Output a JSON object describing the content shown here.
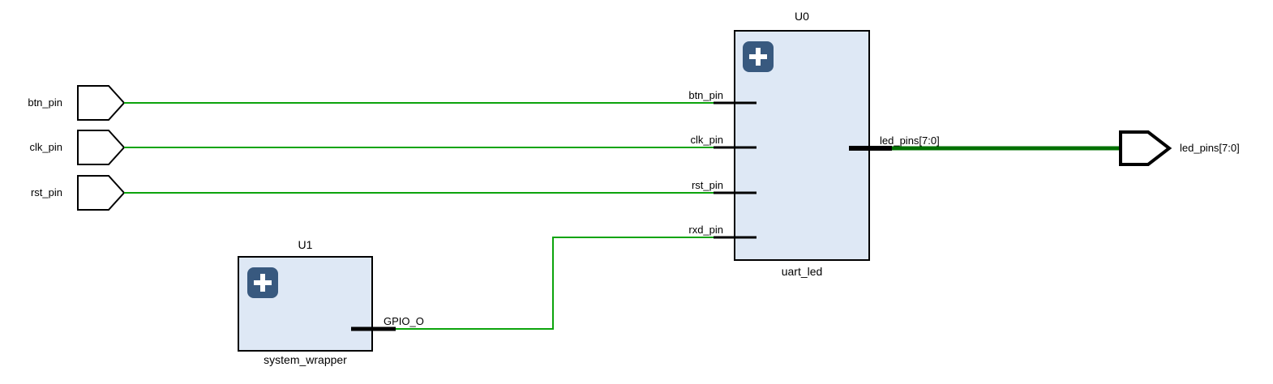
{
  "diagram": {
    "external_ports": {
      "inputs": [
        {
          "name": "btn_pin"
        },
        {
          "name": "clk_pin"
        },
        {
          "name": "rst_pin"
        }
      ],
      "outputs": [
        {
          "name": "led_pins[7:0]"
        }
      ]
    },
    "blocks": [
      {
        "instance": "U0",
        "module": "uart_led",
        "pins": {
          "inputs": [
            "btn_pin",
            "clk_pin",
            "rst_pin",
            "rxd_pin"
          ],
          "outputs": [
            "led_pins[7:0]"
          ]
        }
      },
      {
        "instance": "U1",
        "module": "system_wrapper",
        "pins": {
          "inputs": [],
          "outputs": [
            "GPIO_O"
          ]
        }
      }
    ],
    "nets": [
      {
        "from": "btn_pin",
        "to": "U0.btn_pin",
        "bits": 1
      },
      {
        "from": "clk_pin",
        "to": "U0.clk_pin",
        "bits": 1
      },
      {
        "from": "rst_pin",
        "to": "U0.rst_pin",
        "bits": 1
      },
      {
        "from": "U1.GPIO_O",
        "to": "U0.rxd_pin",
        "bits": 1
      },
      {
        "from": "U0.led_pins[7:0]",
        "to": "led_pins[7:0]",
        "bits": 8
      }
    ],
    "icons": {
      "expand_block": "plus-icon"
    },
    "colors": {
      "net_green": "#0CA40C",
      "bus_green": "#007000",
      "block_fill": "#DEE8F5",
      "block_border": "#000000",
      "expand_button_blue": "#38597F",
      "port_fill": "#FFFFFF",
      "port_border": "#000000"
    }
  }
}
